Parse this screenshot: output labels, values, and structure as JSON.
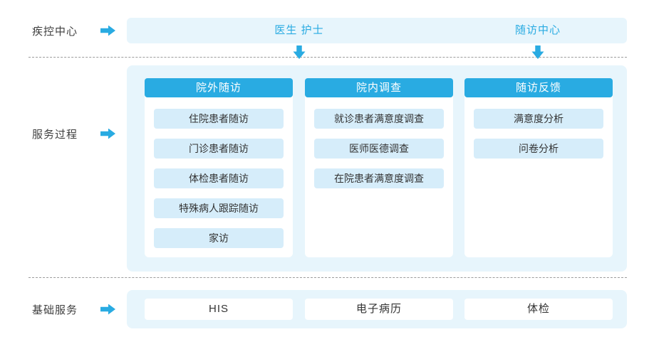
{
  "diagram": {
    "top": {
      "label": "疾控中心",
      "bar": {
        "items": [
          "医生 护士",
          "随访中心"
        ]
      }
    },
    "middle": {
      "label": "服务过程",
      "columns": [
        {
          "header": "院外随访",
          "items": [
            "住院患者随访",
            "门诊患者随访",
            "体检患者随访",
            "特殊病人跟踪随访",
            "家访"
          ]
        },
        {
          "header": "院内调查",
          "items": [
            "就诊患者满意度调查",
            "医师医德调查",
            "在院患者满意度调查"
          ]
        },
        {
          "header": "随访反馈",
          "items": [
            "满意度分析",
            "问卷分析"
          ]
        }
      ]
    },
    "bottom": {
      "label": "基础服务",
      "services": [
        "HIS",
        "电子病历",
        "体检"
      ]
    },
    "colors": {
      "accent": "#29ABE2",
      "panel_bg": "#E7F5FC",
      "item_bg": "#D6EDFA"
    }
  }
}
